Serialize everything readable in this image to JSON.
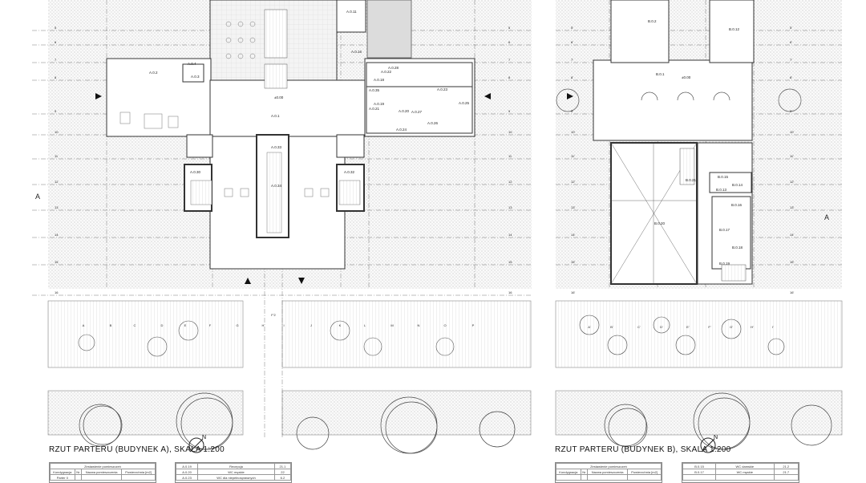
{
  "plans": [
    {
      "id": "A",
      "title": "RZUT PARTERU  (BUDYNEK A), SKALA 1:200",
      "rooms": [
        "A.0.1",
        "A.0.2",
        "A.0.3",
        "A.0.4",
        "A.0.11",
        "A.0.16",
        "A.0.18",
        "A.0.19",
        "A.0.20",
        "A.0.21",
        "A.0.22",
        "A.0.23",
        "A.0.24",
        "A.0.25",
        "A.0.26",
        "A.0.27",
        "A.0.28",
        "A.0.30",
        "A.0.32",
        "A.0.33",
        "A.0.34",
        "A.0.35"
      ],
      "level_mark": "±0.00",
      "section_mark": "A",
      "grid_rows": [
        "5",
        "6",
        "7",
        "8",
        "9",
        "10",
        "11",
        "12",
        "13",
        "14",
        "15",
        "16"
      ],
      "grid_cols": [
        "A",
        "B",
        "C",
        "D",
        "E",
        "F",
        "G",
        "H",
        "I",
        "J",
        "K",
        "L",
        "M",
        "N",
        "O",
        "P"
      ],
      "axis_label": "F'2",
      "north": "N",
      "table_left": {
        "header": "Zestawienie pomieszczeń",
        "cols": [
          "Kondygnacja",
          "Nr",
          "Nazwa pomieszczenia",
          "Powierzchnia [m2]"
        ],
        "first_row": "Parter 0"
      },
      "table_right": [
        {
          "nr": "A.0.19",
          "name": "Recepcja",
          "area": "21.1"
        },
        {
          "nr": "A.0.20",
          "name": "WC męskie",
          "area": "22"
        },
        {
          "nr": "A.0.23",
          "name": "WC dla niepełnosprawnych",
          "area": "6.2"
        }
      ]
    },
    {
      "id": "B",
      "title": "RZUT PARTERU  (BUDYNEK B), SKALA 1:200",
      "rooms": [
        "B.0.1",
        "B.0.2",
        "B.0.12",
        "B.0.13",
        "B.0.14",
        "B.0.15",
        "B.0.16",
        "B.0.17",
        "B.0.18",
        "B.0.19",
        "B.0.20",
        "B.0.21"
      ],
      "level_mark": "±0.00",
      "section_mark": "A",
      "grid_rows": [
        "5'",
        "6'",
        "7'",
        "8'",
        "9'",
        "10'",
        "11'",
        "12'",
        "13'",
        "14'",
        "15'",
        "16'"
      ],
      "grid_cols": [
        "A'",
        "B'",
        "C'",
        "D'",
        "E'",
        "F'",
        "G'",
        "H'",
        "I'"
      ],
      "north": "N",
      "table_left": {
        "header": "Zestawienie pomieszczeń",
        "cols": [
          "Kondygnacja",
          "Nr",
          "Nazwa pomieszczenia",
          "Powierzchnia [m2]"
        ]
      },
      "table_right": [
        {
          "nr": "B.0.15",
          "name": "WC damskie",
          "area": "21.2"
        },
        {
          "nr": "B.0.17",
          "name": "WC męskie",
          "area": "21.7"
        }
      ]
    }
  ]
}
